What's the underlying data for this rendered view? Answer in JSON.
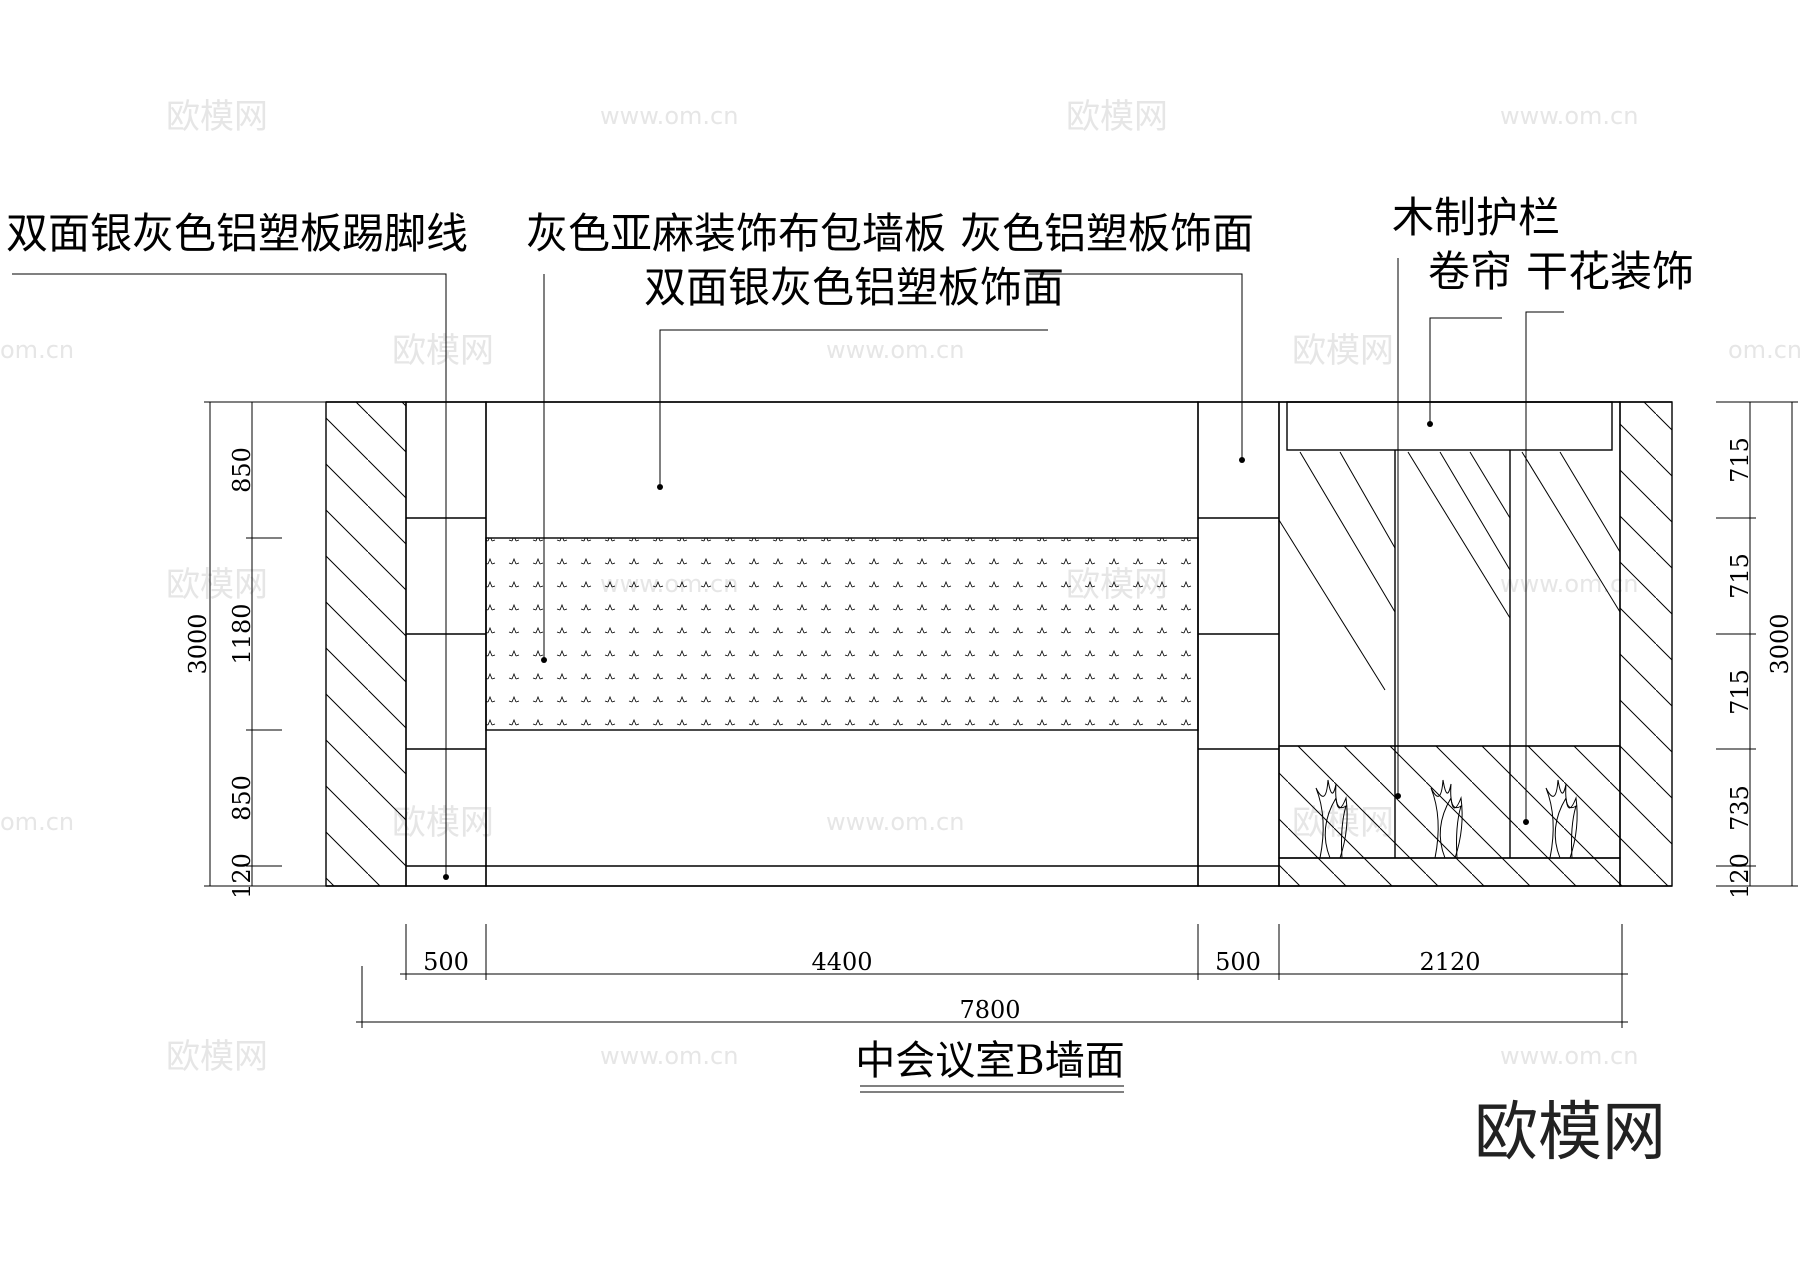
{
  "labels": {
    "skirting": "双面银灰色铝塑板踢脚线",
    "fabric_panel": "灰色亚麻装饰布包墙板",
    "gray_panel": "灰色铝塑板饰面",
    "silver_panel": "双面银灰色铝塑板饰面",
    "railing": "木制护栏",
    "curtain": "卷帘",
    "dried_flower": "干花装饰"
  },
  "dimensions": {
    "left_heights": [
      "850",
      "1180",
      "850",
      "120"
    ],
    "left_total": "3000",
    "right_heights": [
      "715",
      "715",
      "715",
      "735",
      "120"
    ],
    "right_total": "3000",
    "bottom_widths": [
      "500",
      "4400",
      "500",
      "2120"
    ],
    "bottom_total": "7800"
  },
  "caption": "中会议室B墙面",
  "watermark": {
    "logo": "欧模网",
    "url": "www.om.cn",
    "short_url": "om.cn"
  }
}
